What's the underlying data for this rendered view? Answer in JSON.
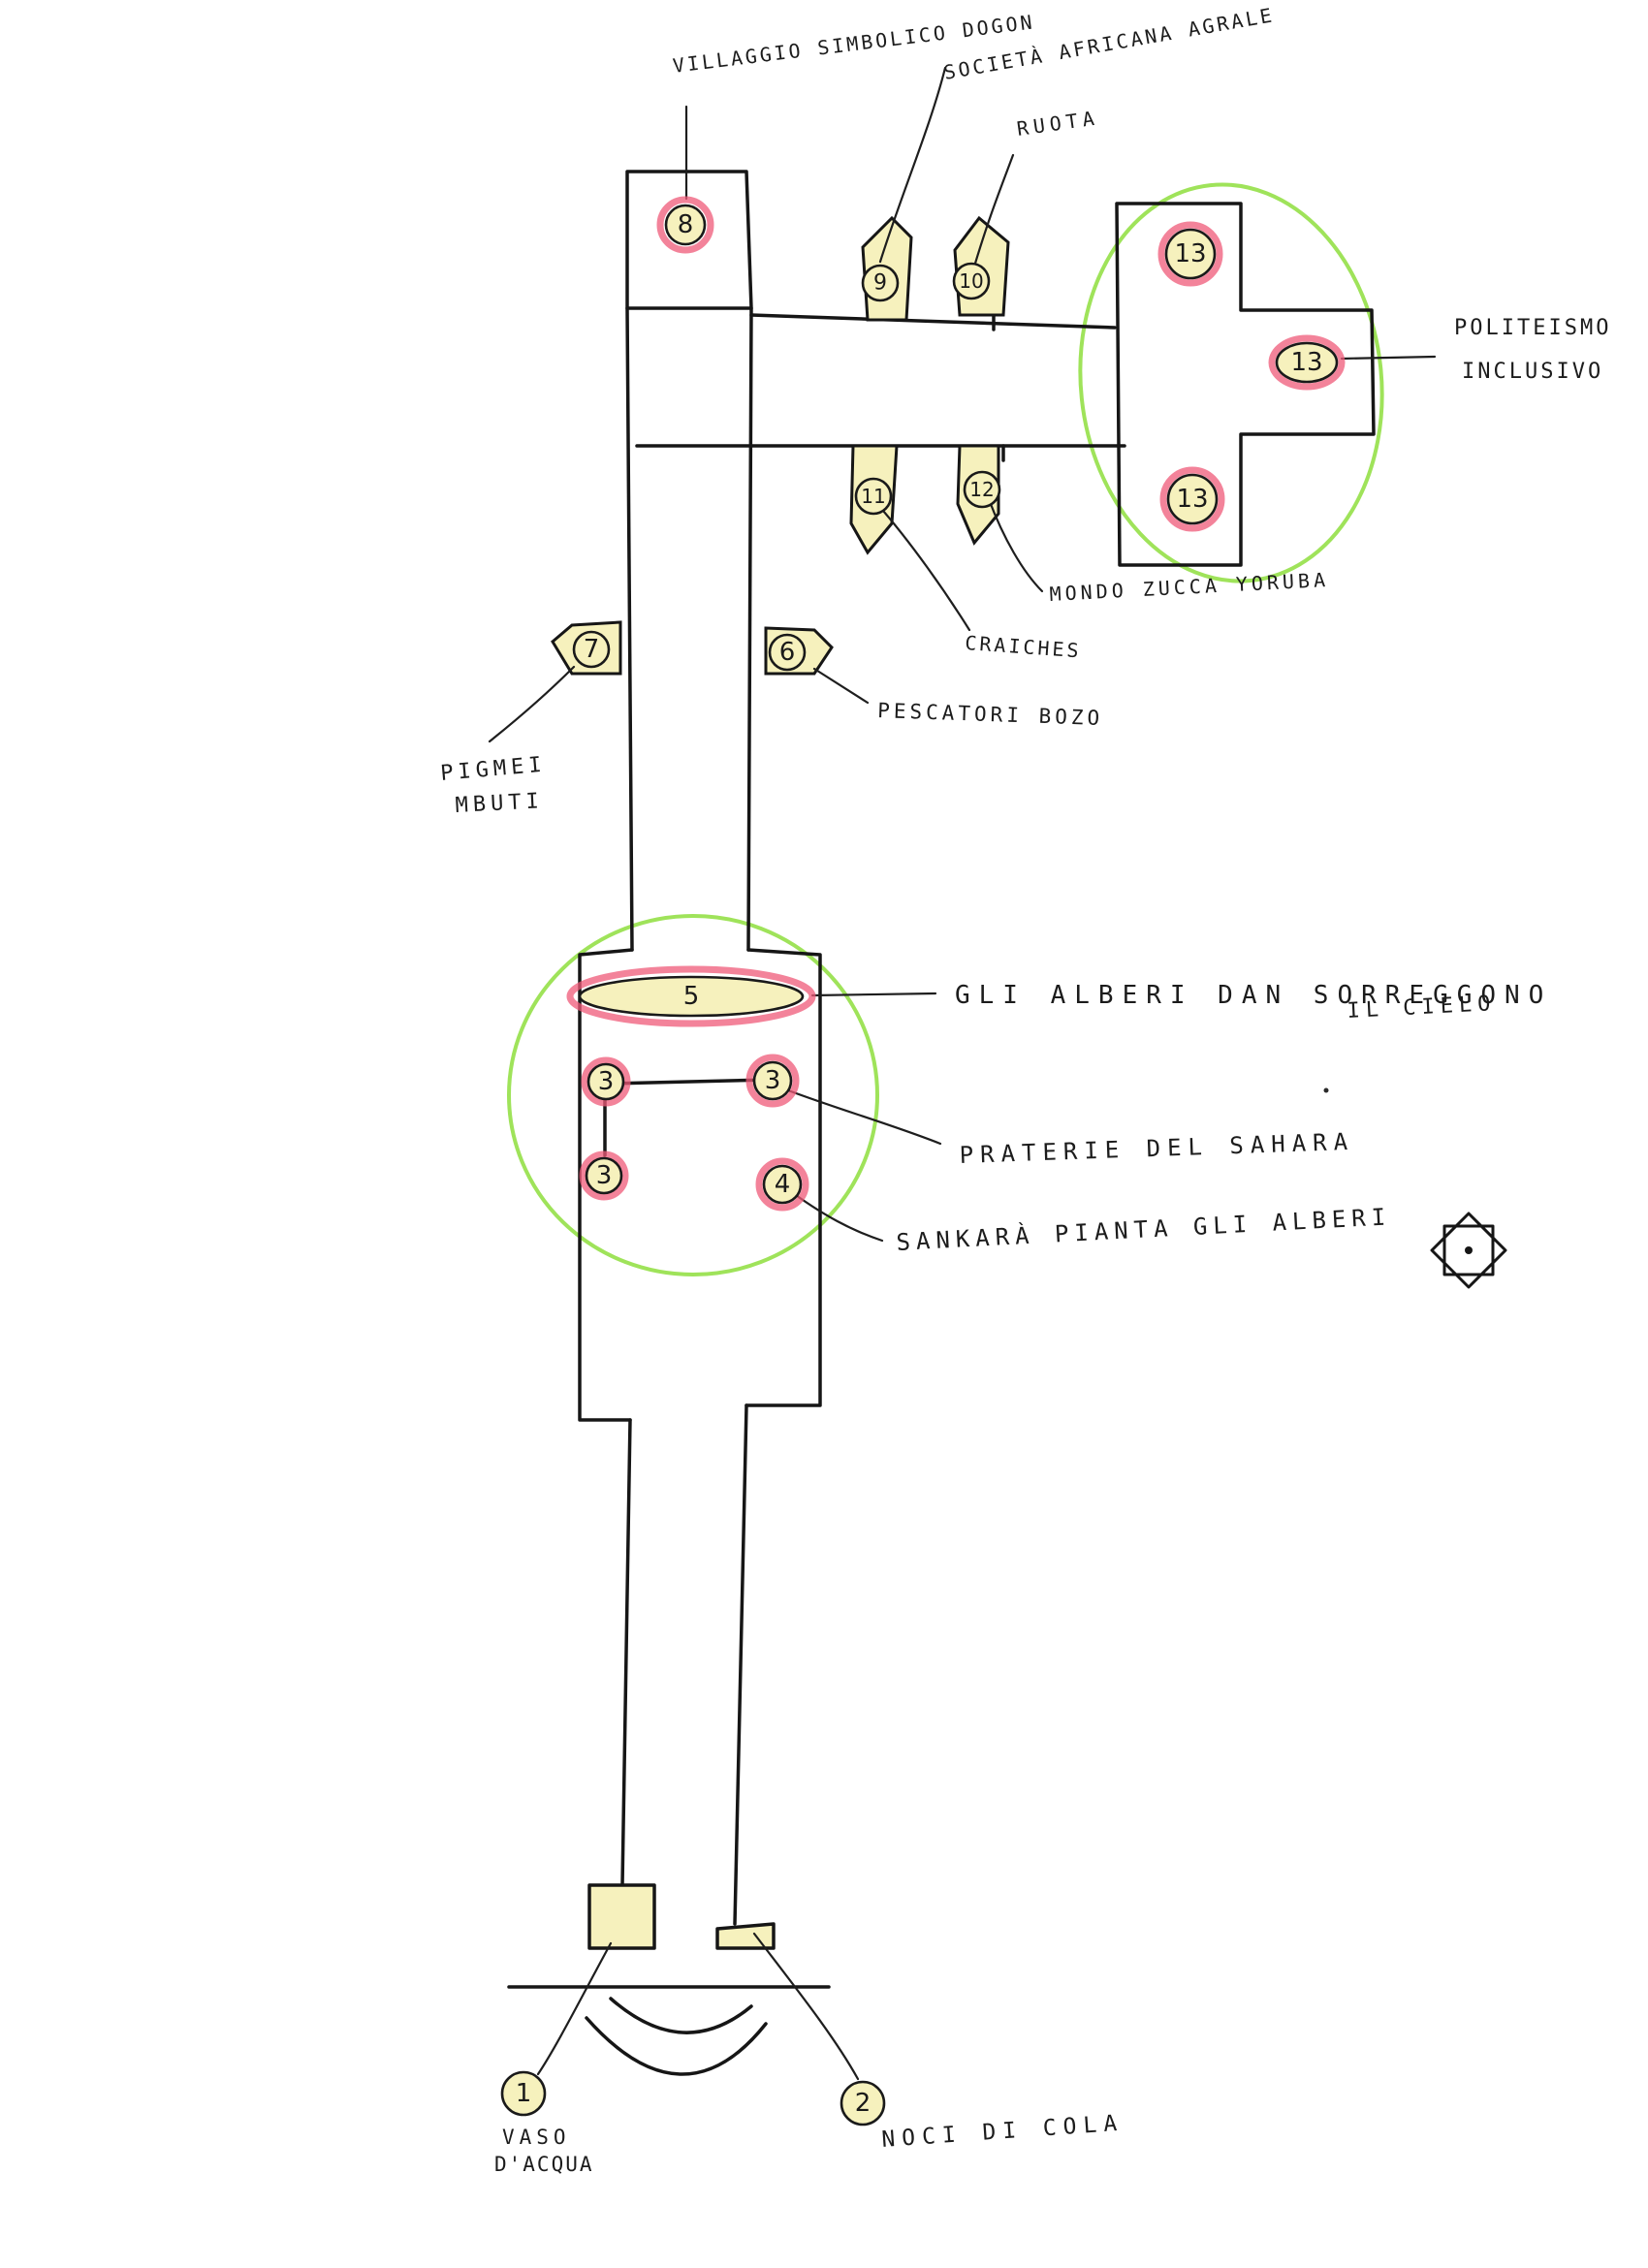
{
  "markers": {
    "m1": "1",
    "m2": "2",
    "m3a": "3",
    "m3b": "3",
    "m3c": "3",
    "m4": "4",
    "m5": "5",
    "m6": "6",
    "m7": "7",
    "m8": "8",
    "m9": "9",
    "m10": "10",
    "m11": "11",
    "m12": "12",
    "m13a": "13",
    "m13b": "13",
    "m13c": "13"
  },
  "labels": {
    "villaggio": "VILLAGGIO SIMBOLICO DOGON",
    "societa": "SOCIETÀ AFRICANA AGRALE",
    "ruota": "RUOTA",
    "politeismo_1": "POLITEISMO",
    "politeismo_2": "INCLUSIVO",
    "mondo": "MONDO ZUCCA YORUBA",
    "craiches": "CRAICHES",
    "pescatori": "PESCATORI BOZO",
    "pigmei_1": "PIGMEI",
    "pigmei_2": "MBUTI",
    "alberi_1": "GLI ALBERI DAN SORREGGONO",
    "alberi_2": "IL CIELO",
    "praterie": "PRATERIE DEL SAHARA",
    "sankara": "SANKARÀ PIANTA GLI ALBERI",
    "vaso_1": "VASO",
    "vaso_2": "D'ACQUA",
    "noci": "NOCI DI COLA"
  },
  "colors": {
    "ink": "#161616",
    "green_outline": "#9fe35a",
    "red_halo": "#ef5a78",
    "marker_fill": "#f6f1bd"
  },
  "icons": {
    "corner_symbol": "diamond-square-dot-icon"
  }
}
